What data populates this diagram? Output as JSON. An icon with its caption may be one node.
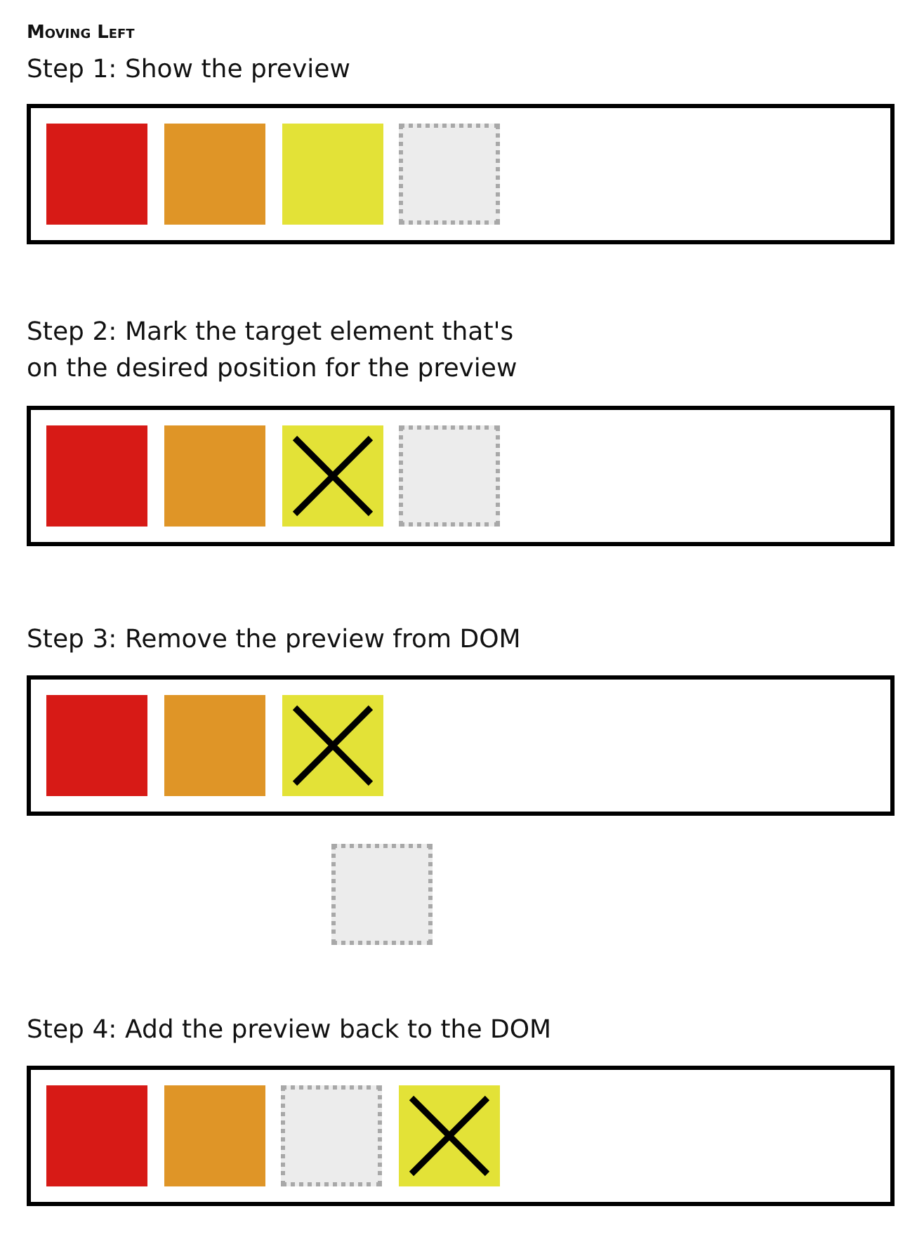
{
  "diagram": {
    "title": "Moving Left",
    "nodes": [
      {
        "text": [
          "Step 1: Show the preview"
        ]
      },
      {
        "text": [],
        "shape": "box",
        "in": 0
      },
      {
        "text": [],
        "shape": "box",
        "in": 0
      },
      {
        "text": [],
        "shape": "box",
        "in": 0
      },
      {
        "text": [],
        "shape": "box",
        "in": 0
      },
      {
        "text": [
          "Step 2: Mark the target element that's on the desired position for the preview"
        ]
      },
      {
        "text": [],
        "shape": "box",
        "in": 5
      },
      {
        "text": [],
        "shape": "box",
        "in": 5
      },
      {
        "text": [],
        "shape": "box",
        "in": 5
      },
      {
        "text": [],
        "shape": "box",
        "in": 5
      },
      {
        "text": [
          "Step 3: Remove the preview from DOM"
        ]
      },
      {
        "text": [],
        "shape": "box",
        "in": 10
      },
      {
        "text": [],
        "shape": "box",
        "in": 10
      },
      {
        "text": [],
        "shape": "box",
        "in": 10
      },
      {
        "text": [],
        "shape": "box"
      },
      {
        "text": [
          "Step 4: Add the preview back to the DOM"
        ]
      },
      {
        "text": [],
        "shape": "box",
        "in": 15
      },
      {
        "text": [],
        "shape": "box",
        "in": 15
      },
      {
        "text": [],
        "shape": "box",
        "in": 15
      },
      {
        "text": [],
        "shape": "box",
        "in": 15
      }
    ]
  }
}
